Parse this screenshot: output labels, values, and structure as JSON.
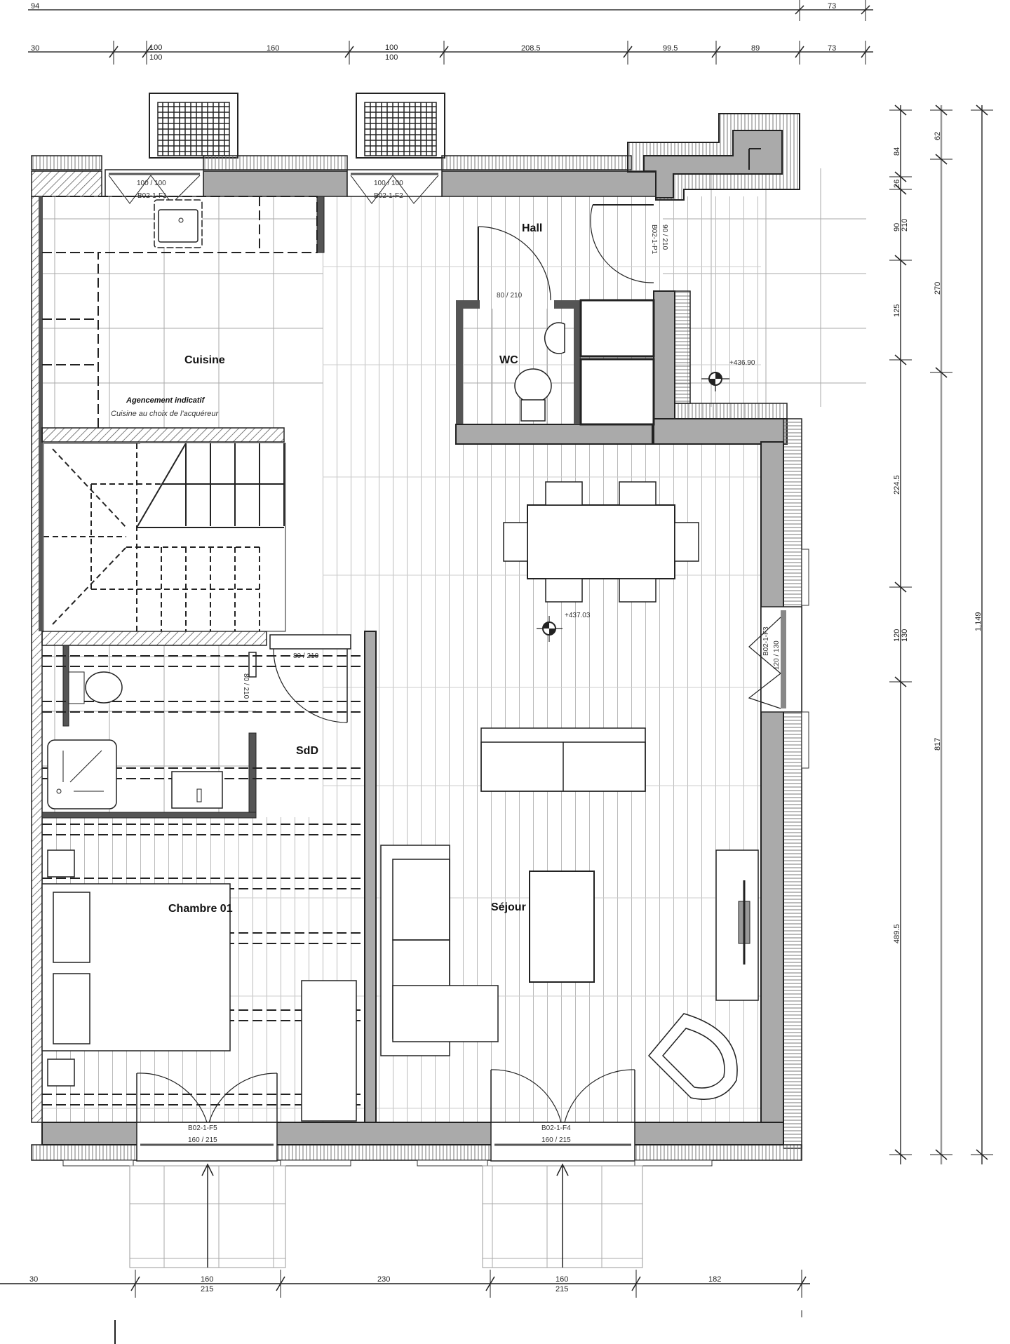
{
  "plan": {
    "rooms": [
      {
        "id": "cuisine",
        "label": "Cuisine"
      },
      {
        "id": "hall",
        "label": "Hall"
      },
      {
        "id": "wc",
        "label": "WC"
      },
      {
        "id": "sdd",
        "label": "SdD"
      },
      {
        "id": "chambre",
        "label": "Chambre 01"
      },
      {
        "id": "sejour",
        "label": "Séjour"
      }
    ],
    "notes": {
      "kitchen_title": "Agencement indicatif",
      "kitchen_sub": "Cuisine au choix de l'acquéreur"
    },
    "levels": {
      "terrace": "+436.90",
      "living": "+437.03"
    },
    "openings": {
      "w1_dims": "100 / 100",
      "w1_code": "B02-1-F1",
      "w2_dims": "100 / 100",
      "w2_code": "B02-1-F2",
      "entry_door_code": "B02-1-P1",
      "entry_door_dims": "90 / 210",
      "wc_door": "80 / 210",
      "sdd_door": "80 / 210",
      "sdd_door2": "80 / 210",
      "side_window_code": "B02-1-F3",
      "side_window_dims": "120 / 130",
      "chambre_door_code": "B02-1-F5",
      "chambre_door_dims": "160 / 215",
      "sejour_door_code": "B02-1-F4",
      "sejour_door_dims": "160 / 215"
    },
    "dimensions": {
      "top_row1": [
        "94",
        "73"
      ],
      "top_row2": [
        "30",
        "100",
        "160",
        "100",
        "208.5",
        "99.5",
        "89",
        "73"
      ],
      "top_row2_sub": [
        "100",
        "100"
      ],
      "right_col1": [
        "84",
        "26",
        "90",
        "125",
        "224.5",
        "120",
        "489.5"
      ],
      "right_col1_sub": [
        "210",
        "130"
      ],
      "right_col2": [
        "62",
        "270",
        "817"
      ],
      "right_col3": [
        "1,149"
      ],
      "bottom": [
        "30",
        "160",
        "230",
        "160",
        "182"
      ],
      "bottom_sub": [
        "215",
        "215"
      ]
    }
  }
}
